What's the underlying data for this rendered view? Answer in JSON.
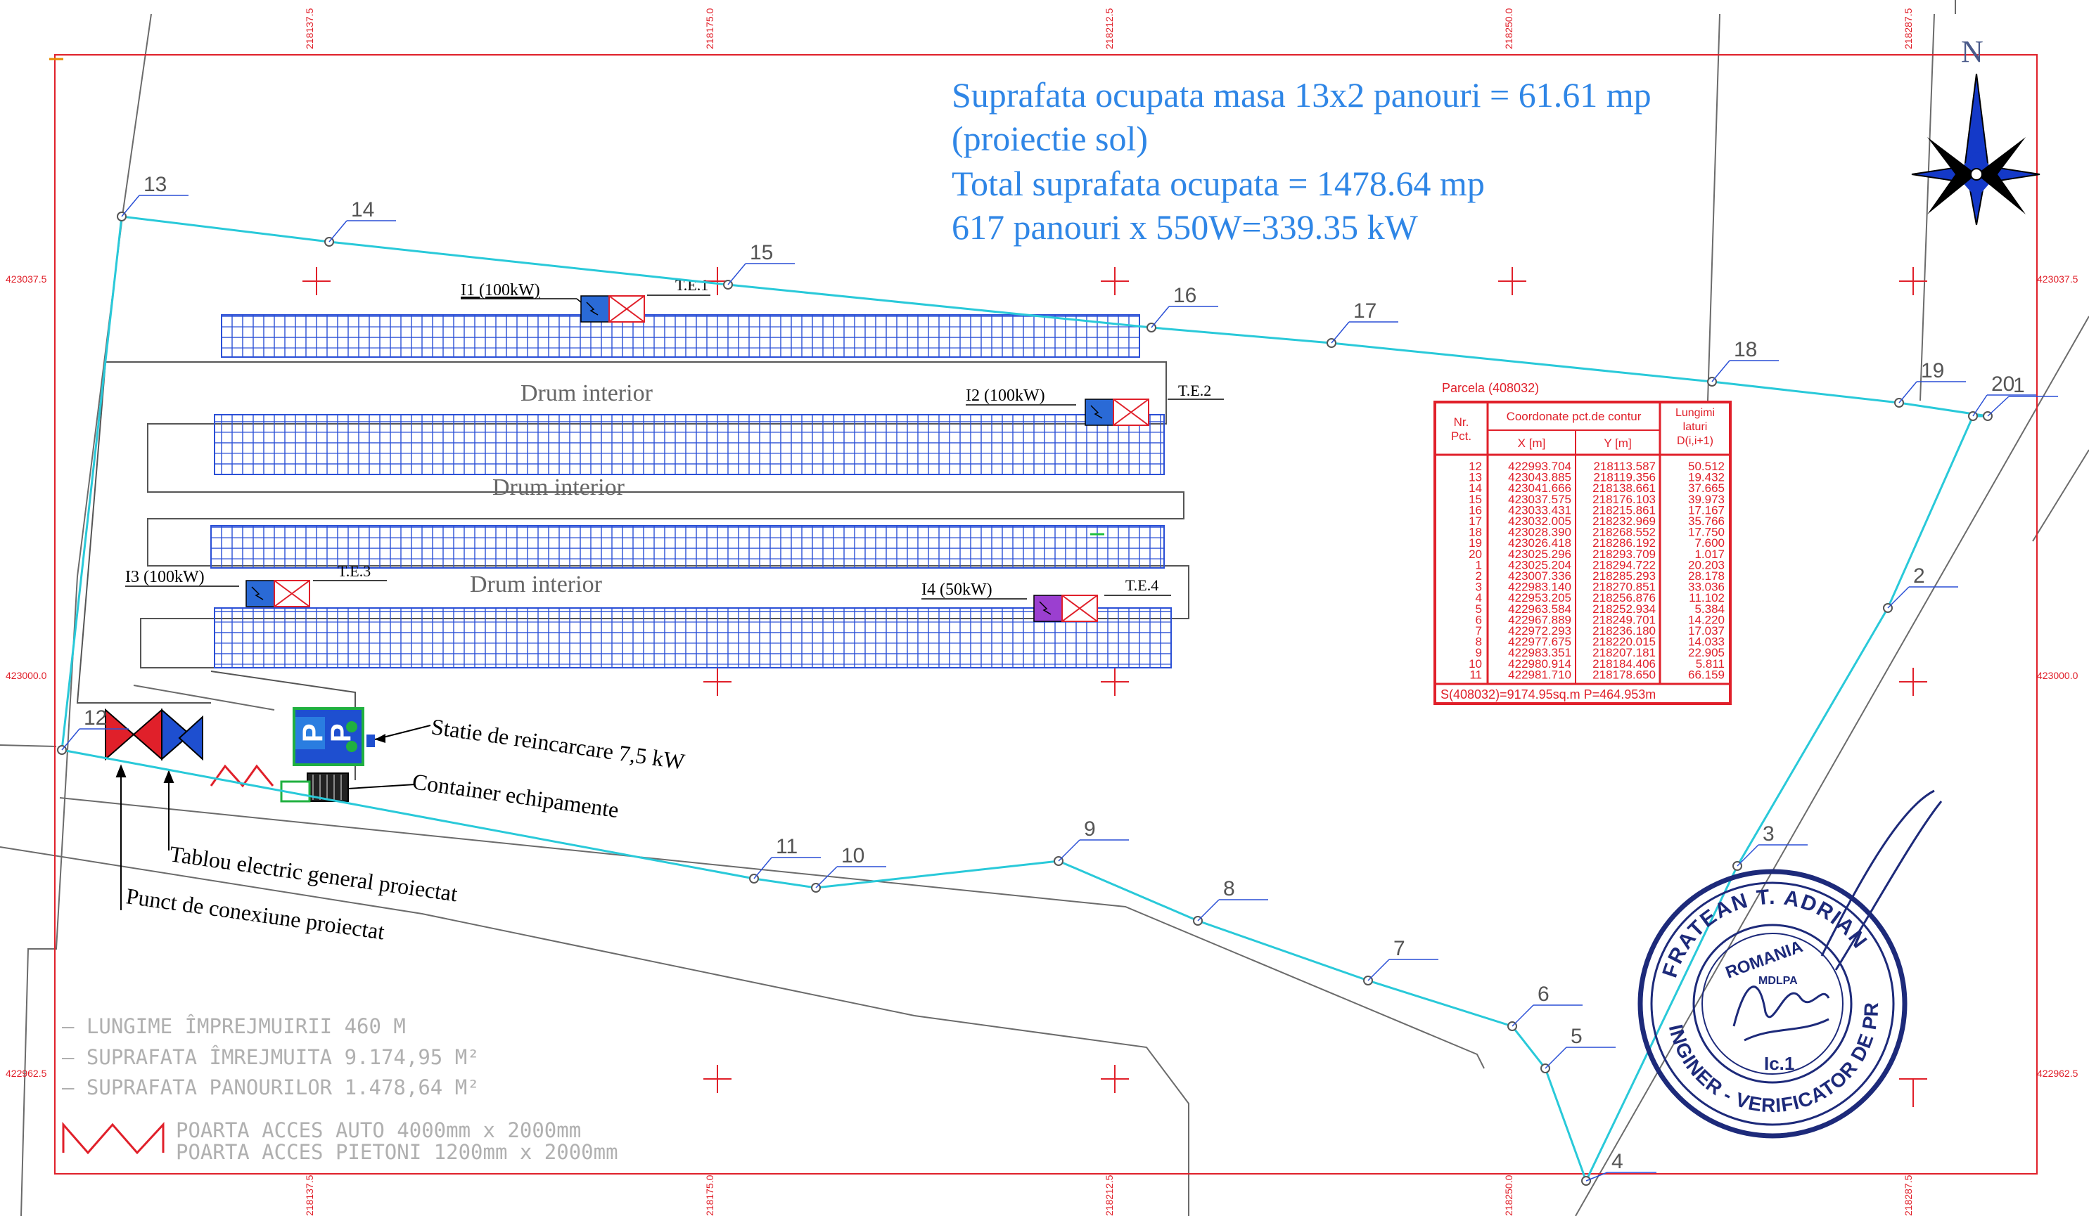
{
  "title": {
    "line1": "Suprafata ocupata masa 13x2 panouri = 61.61 mp",
    "line2": "(proiectie sol)",
    "line3": "Total suprafata ocupata = 1478.64 mp",
    "line4": "617 panouri x 550W=339.35 kW"
  },
  "north_label": "N",
  "frame": {
    "top_ticks": [
      "218137.5",
      "218175.0",
      "218212.5",
      "218250.0",
      "218287.5"
    ],
    "bottom_ticks": [
      "218137.5",
      "218175.0",
      "218212.5",
      "218250.0",
      "218287.5"
    ],
    "left_ticks": [
      "423037.5",
      "423000.0",
      "422962.5"
    ],
    "right_ticks": [
      "423037.5",
      "423000.0",
      "422962.5"
    ]
  },
  "roads": [
    "Drum interior",
    "Drum interior",
    "Drum interior"
  ],
  "inverters": [
    {
      "label": "I1 (100kW)",
      "te": "T.E.1"
    },
    {
      "label": "I2 (100kW)",
      "te": "T.E.2"
    },
    {
      "label": "I3 (100kW)",
      "te": "T.E.3"
    },
    {
      "label": "I4 (50kW)",
      "te": "T.E.4"
    }
  ],
  "point_labels": [
    "1",
    "2",
    "3",
    "4",
    "5",
    "6",
    "7",
    "8",
    "9",
    "10",
    "11",
    "12",
    "13",
    "14",
    "15",
    "16",
    "17",
    "18",
    "19",
    "20"
  ],
  "callouts": {
    "charging": "Statie de reincarcare 7,5 kW",
    "container": "Container echipamente",
    "panel": "Tablou electric general proiectat",
    "connection": "Punct de conexiune proiectat"
  },
  "charging_sign": "P",
  "legend": {
    "line1": "— LUNGIME ÎMPREJMUIRII     460 M",
    "line2": "— SUPRAFATA ÎMREJMUITA     9.174,95 M²",
    "line3": "— SUPRAFATA PANOURILOR     1.478,64 M²",
    "gate1": "POARTA ACCES AUTO 4000mm x 2000mm",
    "gate2": "POARTA ACCES PIETONI 1200mm x 2000mm"
  },
  "parcel_table": {
    "title": "Parcela (408032)",
    "header_nr": [
      "Nr.",
      "Pct."
    ],
    "header_coord": "Coordonate pct.de contur",
    "header_x": "X [m]",
    "header_y": "Y [m]",
    "header_len": [
      "Lungimi",
      "laturi",
      "D(i,i+1)"
    ],
    "rows": [
      {
        "nr": "12",
        "x": "422993.704",
        "y": "218113.587",
        "d": "50.512"
      },
      {
        "nr": "13",
        "x": "423043.885",
        "y": "218119.356",
        "d": "19.432"
      },
      {
        "nr": "14",
        "x": "423041.666",
        "y": "218138.661",
        "d": "37.665"
      },
      {
        "nr": "15",
        "x": "423037.575",
        "y": "218176.103",
        "d": "39.973"
      },
      {
        "nr": "16",
        "x": "423033.431",
        "y": "218215.861",
        "d": "17.167"
      },
      {
        "nr": "17",
        "x": "423032.005",
        "y": "218232.969",
        "d": "35.766"
      },
      {
        "nr": "18",
        "x": "423028.390",
        "y": "218268.552",
        "d": "17.750"
      },
      {
        "nr": "19",
        "x": "423026.418",
        "y": "218286.192",
        "d": "7.600"
      },
      {
        "nr": "20",
        "x": "423025.296",
        "y": "218293.709",
        "d": "1.017"
      },
      {
        "nr": "1",
        "x": "423025.204",
        "y": "218294.722",
        "d": "20.203"
      },
      {
        "nr": "2",
        "x": "423007.336",
        "y": "218285.293",
        "d": "28.178"
      },
      {
        "nr": "3",
        "x": "422983.140",
        "y": "218270.851",
        "d": "33.036"
      },
      {
        "nr": "4",
        "x": "422953.205",
        "y": "218256.876",
        "d": "11.102"
      },
      {
        "nr": "5",
        "x": "422963.584",
        "y": "218252.934",
        "d": "5.384"
      },
      {
        "nr": "6",
        "x": "422967.889",
        "y": "218249.701",
        "d": "14.220"
      },
      {
        "nr": "7",
        "x": "422972.293",
        "y": "218236.180",
        "d": "17.037"
      },
      {
        "nr": "8",
        "x": "422977.675",
        "y": "218220.015",
        "d": "14.033"
      },
      {
        "nr": "9",
        "x": "422983.351",
        "y": "218207.181",
        "d": "22.905"
      },
      {
        "nr": "10",
        "x": "422980.914",
        "y": "218184.406",
        "d": "5.811"
      },
      {
        "nr": "11",
        "x": "422981.710",
        "y": "218178.650",
        "d": "66.159"
      }
    ],
    "footer": "S(408032)=9174.95sq.m    P=464.953m"
  },
  "stamp": {
    "name": "FRATEAN T. ADRIAN",
    "country": "ROMANIA",
    "authority": "MDLPA",
    "role": "INGINER - VERIFICATOR DE PROIECTE",
    "category": "Ic.1"
  },
  "colors": {
    "frame": "#e0202a",
    "boundary": "#29c9d9",
    "panels": "#2a4fd6",
    "title": "#2f86e6",
    "table": "#e0202a",
    "stamp": "#1d2a7a",
    "north": "#1439c8"
  }
}
